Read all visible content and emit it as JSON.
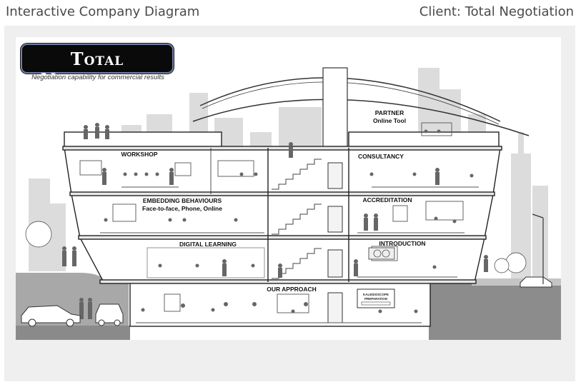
{
  "header": {
    "title": "Interactive Company Diagram",
    "client": "Client: Total Negotiation"
  },
  "logo": {
    "name": "Total Negotiation",
    "tagline": "Negotiation capability for commercial results"
  },
  "rooms": {
    "partner": "PARTNER",
    "partner_sub": "Online Tool",
    "workshop": "WORKSHOP",
    "consultancy": "CONSULTANCY",
    "embedding": "EMBEDDING BEHAVIOURS",
    "embedding_sub": "Face-to-face, Phone, Online",
    "accreditation": "ACCREDITATION",
    "digital_learning": "DIGITAL LEARNING",
    "introduction": "INTRODUCTION",
    "our_approach": "OUR APPROACH"
  },
  "screen": {
    "line1": "KALEIDOSCOPE",
    "line2": "PREPARATION"
  },
  "colors": {
    "ink": "#222222",
    "skyline": "#d9d9d9",
    "ground": "#8c8c8c",
    "logo_border": "#6f7ea6"
  }
}
